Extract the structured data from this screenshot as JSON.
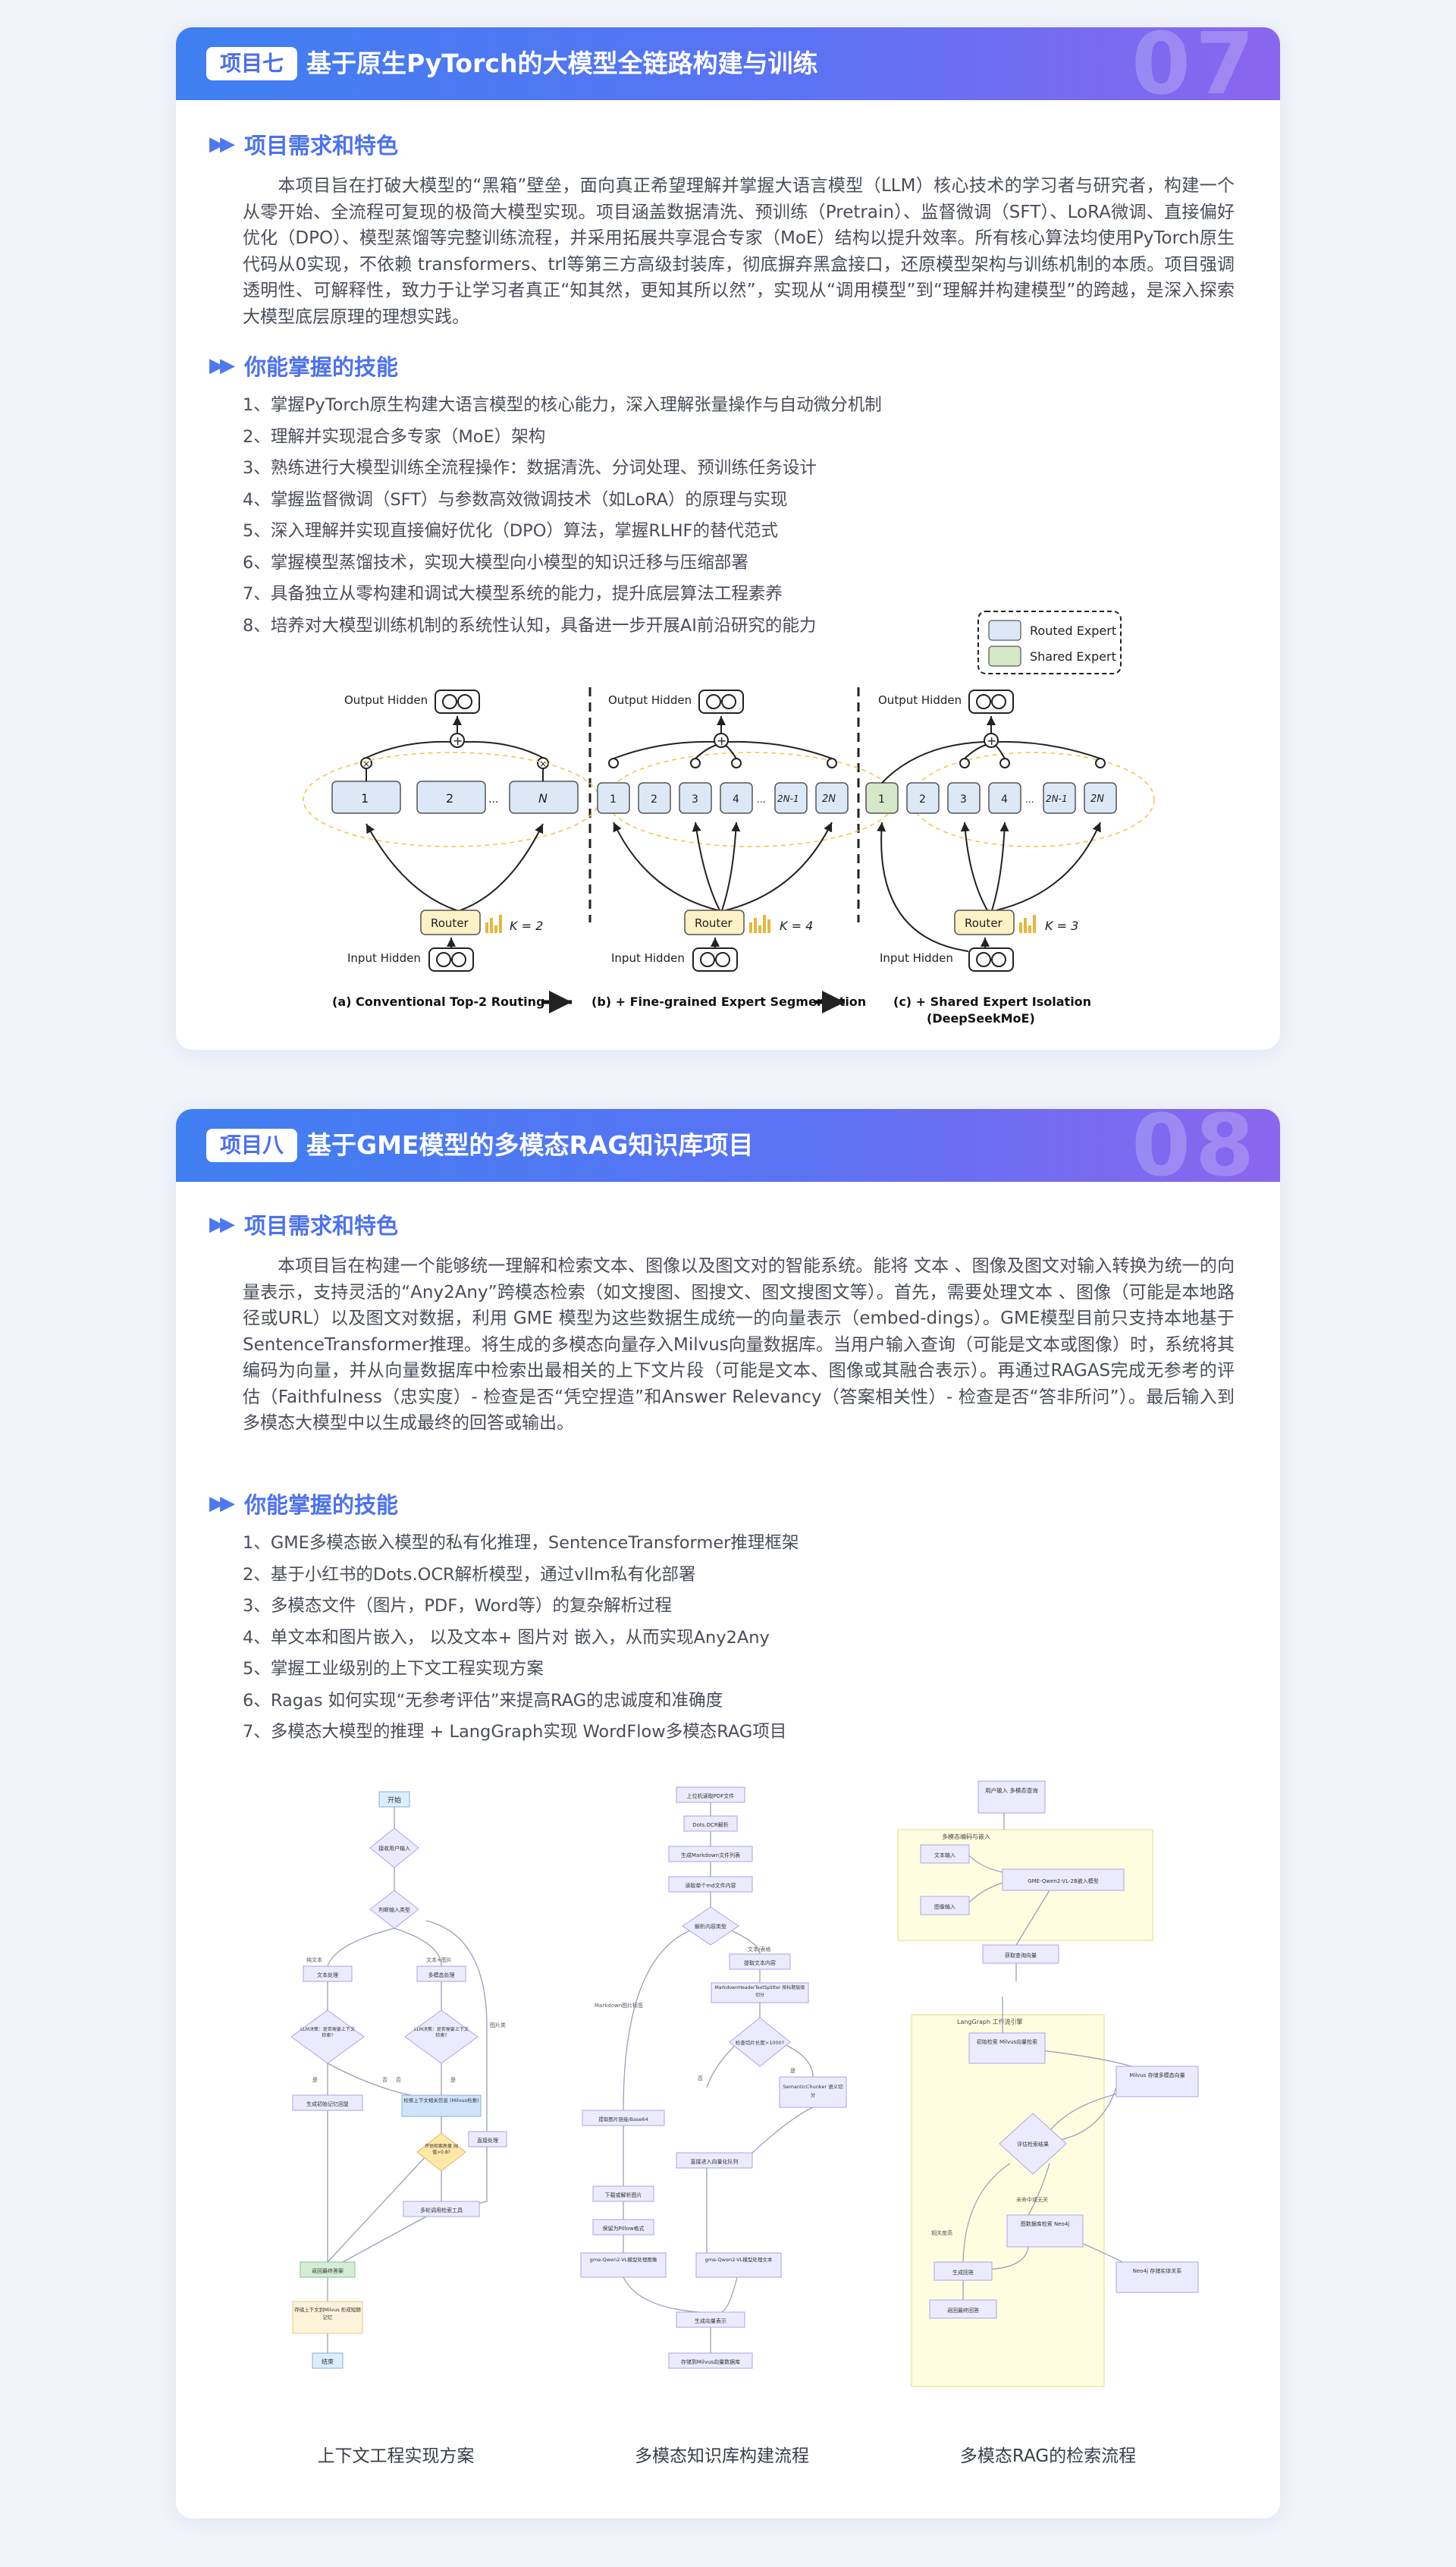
{
  "project7": {
    "badge": "项目七",
    "title": "基于原生PyTorch的大模型全链路构建与训练",
    "number": "07",
    "section1": "项目需求和特色",
    "description": "本项目旨在打破大模型的“黑箱”壁垒，面向真正希望理解并掌握大语言模型（LLM）核心技术的学习者与研究者，构建一个从零开始、全流程可复现的极简大模型实现。项目涵盖数据清洗、预训练（Pretrain）、监督微调（SFT）、LoRA微调、直接偏好优化（DPO）、模型蒸馏等完整训练流程，并采用拓展共享混合专家（MoE）结构以提升效率。所有核心算法均使用PyTorch原生代码从0实现，不依赖 transformers、trl等第三方高级封装库，彻底摒弃黑盒接口，还原模型架构与训练机制的本质。项目强调透明性、可解释性，致力于让学习者真正“知其然，更知其所以然”，实现从“调用模型”到“理解并构建模型”的跨越，是深入探索大模型底层原理的理想实践。",
    "section2": "你能掌握的技能",
    "skills": [
      "1、掌握PyTorch原生构建大语言模型的核心能力，深入理解张量操作与自动微分机制",
      "2、理解并实现混合多专家（MoE）架构",
      "3、熟练进行大模型训练全流程操作：数据清洗、分词处理、预训练任务设计",
      "4、掌握监督微调（SFT）与参数高效微调技术（如LoRA）的原理与实现",
      "5、深入理解并实现直接偏好优化（DPO）算法，掌握RLHF的替代范式",
      "6、掌握模型蒸馏技术，实现大模型向小模型的知识迁移与压缩部署",
      "7、具备独立从零构建和调试大模型系统的能力，提升底层算法工程素养",
      "8、培养对大模型训练机制的系统性认知，具备进一步开展AI前沿研究的能力"
    ],
    "diagram": {
      "legend_routed": "Routed Expert",
      "legend_shared": "Shared Expert",
      "output_hidden": "Output Hidden",
      "input_hidden": "Input Hidden",
      "router": "Router",
      "k_a": "K = 2",
      "k_b": "K = 4",
      "k_c": "K = 3",
      "caption_a": "(a) Conventional Top-2 Routing",
      "caption_b": "(b) + Fine-grained Expert Segmentation",
      "caption_c": "(c) + Shared Expert Isolation",
      "caption_c2": "(DeepSeekMoE)",
      "experts_a": [
        "1",
        "2",
        "...",
        "N"
      ],
      "experts_b": [
        "1",
        "2",
        "3",
        "4",
        "...",
        "2N-1",
        "2N"
      ],
      "experts_c": [
        "1",
        "2",
        "3",
        "4",
        "...",
        "2N-1",
        "2N"
      ],
      "colors": {
        "routed": "#dce8f6",
        "shared": "#d5e8c8",
        "router": "#fdf1c6"
      }
    }
  },
  "project8": {
    "badge": "项目八",
    "title": "基于GME模型的多模态RAG知识库项目",
    "number": "08",
    "section1": "项目需求和特色",
    "description": "本项目旨在构建一个能够统一理解和检索文本、图像以及图文对的智能系统。能将 文本 、图像及图文对输入转换为统一的向量表示，支持灵活的“Any2Any”跨模态检索（如文搜图、图搜文、图文搜图文等）。首先，需要处理文本 、图像（可能是本地路径或URL）以及图文对数据，利用 GME 模型为这些数据生成统一的向量表示（embed-dings）。GME模型目前只支持本地基于SentenceTransformer推理。将生成的多模态向量存入Milvus向量数据库。当用户输入查询（可能是文本或图像）时，系统将其编码为向量，并从向量数据库中检索出最相关的上下文片段（可能是文本、图像或其融合表示）。再通过RAGAS完成无参考的评估（Faithfulness（忠实度）- 检查是否“凭空捏造”和Answer Relevancy（答案相关性）- 检查是否“答非所问”）。最后输入到多模态大模型中以生成最终的回答或输出。",
    "section2": "你能掌握的技能",
    "skills": [
      "1、GME多模态嵌入模型的私有化推理，SentenceTransformer推理框架",
      "2、基于小红书的Dots.OCR解析模型，通过vllm私有化部署",
      "3、多模态文件（图片，PDF，Word等）的复杂解析过程",
      "4、单文本和图片嵌入， 以及文本+ 图片对 嵌入，从而实现Any2Any",
      "5、掌握工业级别的上下文工程实现方案",
      "6、Ragas 如何实现“无参考评估”来提高RAG的忠诚度和准确度",
      "7、多模态大模型的推理 + LangGraph实现 WordFlow多模态RAG项目"
    ],
    "captions": [
      "上下文工程实现方案",
      "多模态知识库构建流程",
      "多模态RAG的检索流程"
    ],
    "flow1": {
      "start": "开始",
      "n1": "接收用户输入",
      "n2": "判断输入类型",
      "b1": "纯文本",
      "b2": "文本+图片",
      "t1": "文本处理",
      "t2": "多模态处理",
      "d1": "LLM决策：是否需要上下文检索?",
      "d2": "LLM决策：是否需要上下文检索?",
      "r1": "生成初始记忆回复",
      "r2": "检索上下文相关信息 (Milvus检索)",
      "d3": "评估检索质量 阈值>0.8?",
      "r3": "直接处理",
      "r4": "多轮调用检索工具",
      "r5": "返回最终答案",
      "r6": "存储上下文到Milvus 形成短期记忆",
      "end": "结束",
      "e1": "是",
      "e2": "否",
      "e3": "否",
      "e4": "是",
      "e5": "图片类"
    },
    "flow2": {
      "n1": "上位机读取PDF文件",
      "n2": "Dots.OCR解析",
      "n3": "生成Markdown文件列表",
      "n4": "读取单个md文件内容",
      "d1": "解析内容类型",
      "l1": "Markdown图片标签",
      "l2": "文本/表格",
      "n5": "提取文本内容",
      "n6": "MarkdownHeaderTextSplitter 按标题层级切分",
      "d2": "检查切片长度>1000?",
      "n7": "提取图片链接/Base64",
      "n8": "SemanticChunker 语义切分",
      "n9": "下载或解析图片",
      "n10": "保留为Pillow格式",
      "n11": "直接进入向量化队列",
      "n12": "gme-Qwen2-VL模型处理图像",
      "n13": "gme-Qwen2-VL模型处理文本",
      "n14": "生成向量表示",
      "n15": "存储到Milvus向量数据库",
      "y": "是",
      "n": "否"
    },
    "flow3": {
      "n1": "用户输入 多模态查询",
      "group1": "多模态编码与嵌入",
      "n2": "文本输入",
      "n3": "图像输入",
      "n4": "GME-Qwen2-VL-2B嵌入模型",
      "n5": "获取查询向量",
      "group2": "LangGraph 工作流引擎",
      "n6": "初始检索 Milvus向量检索",
      "n7": "Milvus 存储多模态向量",
      "d1": "评估检索结果",
      "l1": "相关度高",
      "l2": "未命中或无关",
      "n8": "图数据库检索 Neo4j",
      "n9": "生成回答",
      "n10": "Neo4j 存储实体关系",
      "n11": "返回最终回答"
    }
  }
}
